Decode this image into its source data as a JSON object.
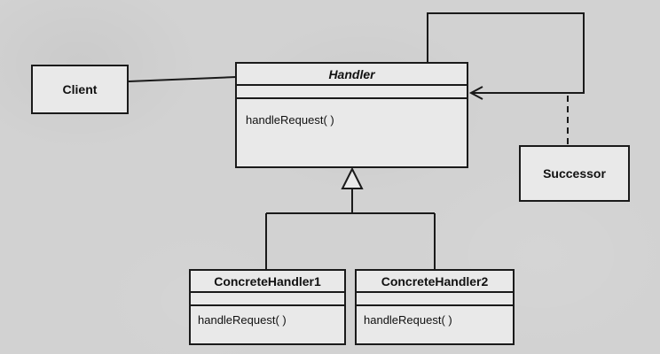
{
  "diagram": {
    "client": {
      "label": "Client"
    },
    "handler": {
      "title": "Handler",
      "method": "handleRequest( )"
    },
    "successor": {
      "label": "Successor"
    },
    "concrete_handler_1": {
      "title": "ConcreteHandler1",
      "method": "handleRequest( )"
    },
    "concrete_handler_2": {
      "title": "ConcreteHandler2",
      "method": "handleRequest( )"
    }
  },
  "colors": {
    "background": "#d2d2d2",
    "box_fill": "#e9e9e9",
    "line": "#1a1a1a"
  }
}
